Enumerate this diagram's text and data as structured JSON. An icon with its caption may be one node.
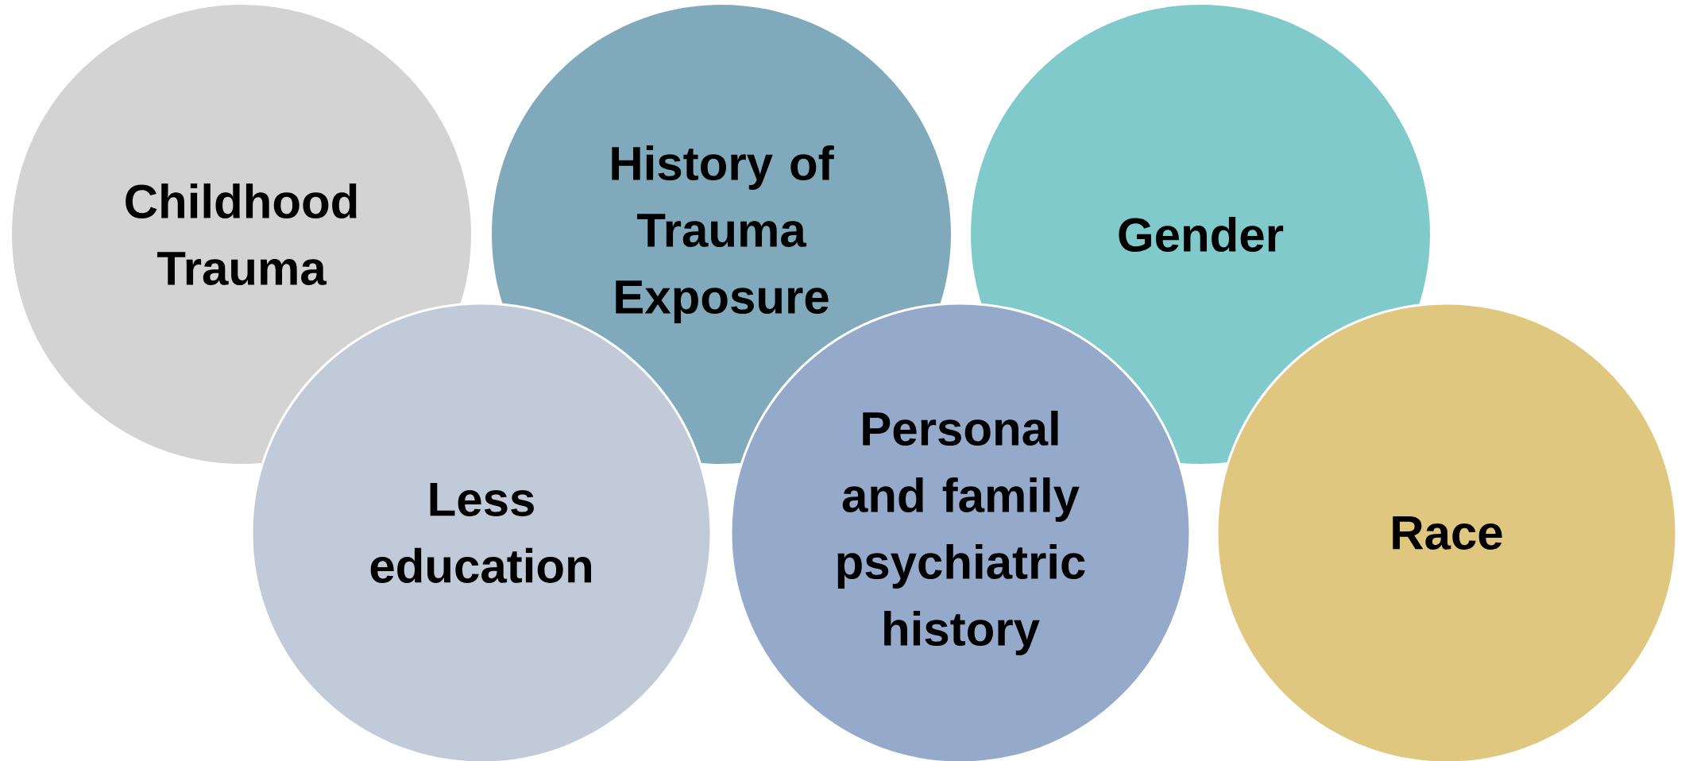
{
  "diagram": {
    "nodes": [
      {
        "text": [
          "Childhood Trauma"
        ]
      },
      {
        "text": [
          "History of Trauma Exposure"
        ]
      },
      {
        "text": [
          "Gender"
        ]
      },
      {
        "text": [
          "Less education"
        ]
      },
      {
        "text": [
          "Personal and family psychiatric history"
        ]
      },
      {
        "text": [
          "Race"
        ]
      }
    ]
  }
}
